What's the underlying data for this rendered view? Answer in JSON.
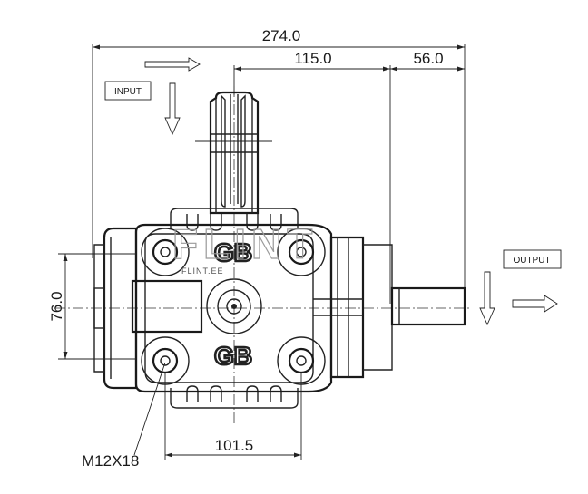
{
  "dimensions": {
    "overall_length": "274.0",
    "input_to_face": "115.0",
    "output_shaft": "56.0",
    "bolt_spacing_vertical": "76.0",
    "bolt_spacing_horizontal": "101.5",
    "bolt_thread": "M12X18"
  },
  "labels": {
    "input": "INPUT",
    "output": "OUTPUT"
  },
  "markings": {
    "logo_top": "GB",
    "logo_bottom": "GB"
  },
  "watermark": {
    "brand": "FLINT",
    "site": "FLINT.EE"
  },
  "colors": {
    "line": "#222222",
    "background": "#ffffff",
    "watermark": "#9a9a9a"
  }
}
